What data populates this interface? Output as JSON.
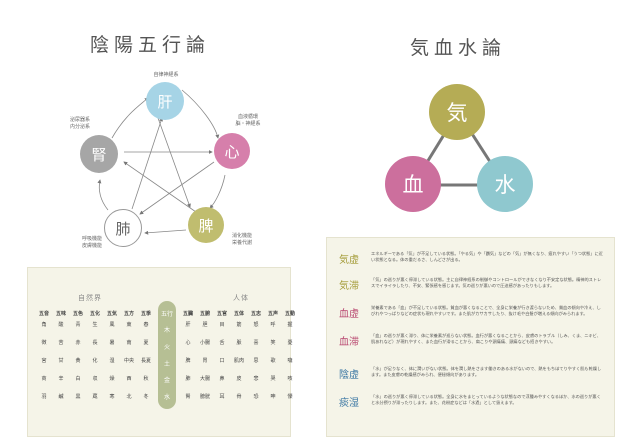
{
  "left": {
    "title": "陰陽五行論",
    "elements": {
      "liver": {
        "label": "肝",
        "color": "#a6d4e6"
      },
      "heart": {
        "label": "心",
        "color": "#d67fab"
      },
      "spleen": {
        "label": "脾",
        "color": "#c0bd6f"
      },
      "lung": {
        "label": "肺",
        "color": "#ffffff"
      },
      "kidney": {
        "label": "腎",
        "color": "#a6a6a6"
      }
    },
    "annotations": {
      "liver": "自律神経系",
      "heart_1": "血液循環",
      "heart_2": "脳・神経系",
      "spleen_1": "消化機能",
      "spleen_2": "栄養代謝",
      "lung_1": "呼吸機能",
      "lung_2": "皮膚機能",
      "kidney_1": "泌尿器系",
      "kidney_2": "内分泌系"
    },
    "table": {
      "nature_title": "自然界",
      "body_title": "人体",
      "wuxing": [
        "五行",
        "木",
        "火",
        "土",
        "金",
        "水"
      ],
      "nature_columns": [
        {
          "header": "五音",
          "cells": [
            "角",
            "徴",
            "宮",
            "商",
            "羽"
          ]
        },
        {
          "header": "五味",
          "cells": [
            "酸",
            "苦",
            "甘",
            "辛",
            "鹹"
          ]
        },
        {
          "header": "五色",
          "cells": [
            "青",
            "赤",
            "黄",
            "白",
            "黒"
          ]
        },
        {
          "header": "五化",
          "cells": [
            "生",
            "長",
            "化",
            "収",
            "蔵"
          ]
        },
        {
          "header": "五気",
          "cells": [
            "風",
            "暑",
            "湿",
            "燥",
            "寒"
          ]
        },
        {
          "header": "五方",
          "cells": [
            "東",
            "南",
            "中央",
            "西",
            "北"
          ]
        },
        {
          "header": "五季",
          "cells": [
            "春",
            "夏",
            "長夏",
            "秋",
            "冬"
          ]
        }
      ],
      "body_columns": [
        {
          "header": "五臓",
          "cells": [
            "肝",
            "心",
            "脾",
            "肺",
            "腎"
          ]
        },
        {
          "header": "五腑",
          "cells": [
            "胆",
            "小腸",
            "胃",
            "大腸",
            "膀胱"
          ]
        },
        {
          "header": "五官",
          "cells": [
            "目",
            "舌",
            "口",
            "鼻",
            "耳"
          ]
        },
        {
          "header": "五体",
          "cells": [
            "筋",
            "脈",
            "肌肉",
            "皮",
            "骨"
          ]
        },
        {
          "header": "五志",
          "cells": [
            "怒",
            "喜",
            "思",
            "悲",
            "恐"
          ]
        },
        {
          "header": "五声",
          "cells": [
            "呼",
            "笑",
            "歌",
            "哭",
            "呻"
          ]
        },
        {
          "header": "五動",
          "cells": [
            "握",
            "憂",
            "噦",
            "咳",
            "慄"
          ]
        }
      ]
    }
  },
  "right": {
    "title": "気血水論",
    "balls": {
      "ki": {
        "label": "気",
        "color": "#b5ac55"
      },
      "ketsu": {
        "label": "血",
        "color": "#cc6f9d"
      },
      "sui": {
        "label": "水",
        "color": "#8fc8cf"
      }
    },
    "rows": [
      {
        "term": "気虚",
        "color": "#a39a36",
        "text": "エネルギーである「気」が不足している状態。「やる気」や「覇気」などの「気」が無くなり、疲れやすい「うつ状態」に近い状態となる。体の重だるさ、しんどさが出る。"
      },
      {
        "term": "気滞",
        "color": "#a39a36",
        "text": "「気」の巡りが悪く停滞している状態。主に自律神経系の制御やコントロールができなくなり不安定な状態。精神的ストレスでイライラしたり、不安、緊張感を感じます。気の巡りが悪いので圧迫感があったりもします。"
      },
      {
        "term": "血虚",
        "color": "#b8466f",
        "text": "栄養素である「血」が不足している状態。貧血が悪くなることで、全身に栄養が行き渡らないため、貧血の傾向や冷え、しびれやつっぱりなどの症状も現れやすいです。また肌がカサカサしたり、抜け毛や白髪が増える傾向がみられます。"
      },
      {
        "term": "血滞",
        "color": "#b8466f",
        "text": "「血」の巡りが悪く滞り、体に栄養素が巡らない状態。血行が悪くなることから、皮膚のトラブル（しみ、くま、ニキビ、肌あれなど）が現れやすく、また血行が滞ることから、肩こりや頭痛痛、頭痛なども招きやすい。"
      },
      {
        "term": "陰虚",
        "color": "#3a76a3",
        "text": "「水」が足りなく、体に潤いがない状態。体を潤し熱をさます働きのある水がないので、熱をもちほてりやすく肌も乾燥します。また皮膚の乾燥感がみられ、便秘傾向があります。"
      },
      {
        "term": "痰湿",
        "color": "#3a76a3",
        "text": "「水」の巡りが悪く停滞している状態。全身に水をまとっているような状態なので浮腫みやすくなるほか、水の巡りが悪くと水分摂りが滞ったりします。また、花粉症などは「水過」として扱えます。"
      }
    ]
  }
}
